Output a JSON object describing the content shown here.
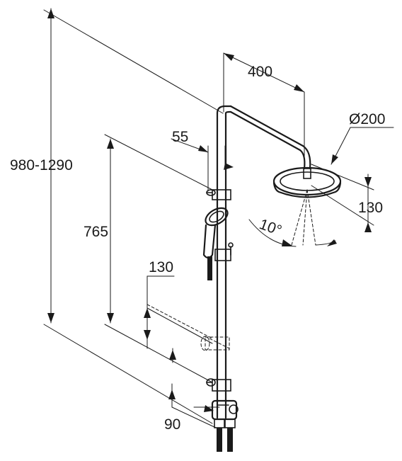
{
  "dimensions": {
    "total_height": "980-1290",
    "arm_length": "400",
    "head_diameter": "Ø200",
    "head_drop": "130",
    "wall_offset": "55",
    "bar_height": "765",
    "holder_offset": "130",
    "bottom_offset": "90",
    "tilt_angle": "10°"
  },
  "colors": {
    "ink": "#1a1a1a",
    "background": "#ffffff"
  }
}
